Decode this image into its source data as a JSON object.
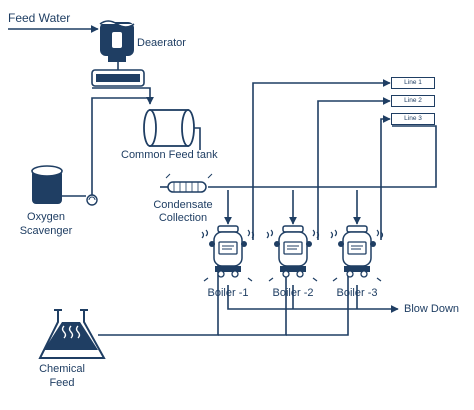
{
  "colors": {
    "stroke": "#1f3e63",
    "fill": "#1f3e63",
    "background": "#ffffff"
  },
  "labels": {
    "feed_water": "Feed Water",
    "deaerator": "Deaerator",
    "common_feed_tank": "Common Feed tank",
    "condensate_line1": "Condensate",
    "condensate_line2": "Collection",
    "oxygen_line1": "Oxygen",
    "oxygen_line2": "Scavenger",
    "boiler1": "Boiler -1",
    "boiler2": "Boiler -2",
    "boiler3": "Boiler -3",
    "blow_down": "Blow Down",
    "chemical_line1": "Chemical",
    "chemical_line2": "Feed",
    "line1": "Line 1",
    "line2": "Line 2",
    "line3": "Line 3"
  }
}
